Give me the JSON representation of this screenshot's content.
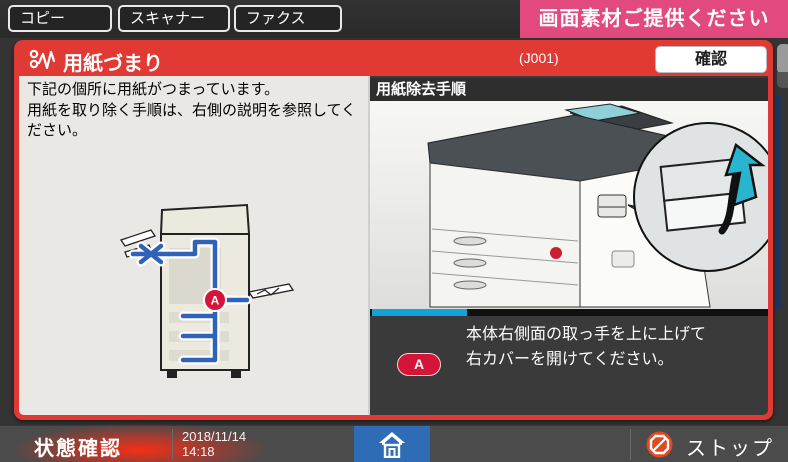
{
  "top_bar": {
    "tabs": [
      {
        "label": "コピー"
      },
      {
        "label": "スキャナー"
      },
      {
        "label": "ファクス"
      }
    ]
  },
  "banner": {
    "text": "画面素材ご提供ください"
  },
  "dialog": {
    "title": "用紙づまり",
    "code": "(J001)",
    "confirm_label": "確認",
    "left_pane": {
      "instruction_line1": "下記の個所に用紙がつまっています。",
      "instruction_line2": "用紙を取り除く手順は、右側の説明を参照してください。",
      "jam_marker": "A"
    },
    "right_pane": {
      "header": "用紙除去手順",
      "step_marker": "A",
      "step_line1": "本体右側面の取っ手を上に上げて",
      "step_line2": "右カバーを開けてください。"
    }
  },
  "bottom_bar": {
    "status_label": "状態確認",
    "date": "2018/11/14",
    "time": "14:18",
    "stop_label": "ストップ"
  },
  "icons": {
    "title_icon": "paper-jam-icon",
    "home": "home-icon",
    "stop": "stop-icon"
  },
  "colors": {
    "alert_red": "#e13a34",
    "banner_pink": "#e2497e",
    "progress_cyan": "#12a3d8",
    "home_blue": "#2e6cb5",
    "stop_orange": "#e04a1e",
    "paper_path_blue": "#2f62b8",
    "marker_red": "#d41438"
  }
}
